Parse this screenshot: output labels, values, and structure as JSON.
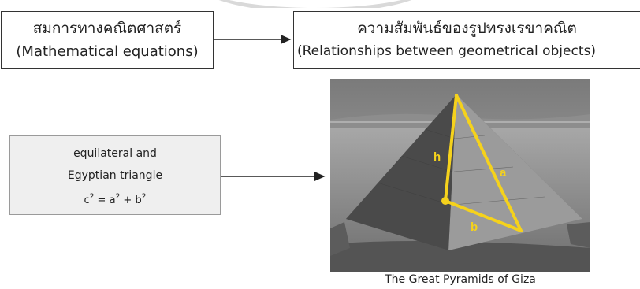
{
  "top_left_box": {
    "line1": "สมการทางคณิตศาสตร์",
    "line2": "(Mathematical equations)"
  },
  "top_right_box": {
    "line1": "ความสัมพันธ์ของรูปทรงเรขาคณิต",
    "line2": "(Relationships between geometrical objects)"
  },
  "formula_box": {
    "line1": "equilateral and",
    "line2": "Egyptian triangle",
    "c": "c",
    "eq": " = ",
    "a": "a",
    "plus": " + ",
    "b": "b",
    "exp": "2"
  },
  "photo": {
    "caption": "The Great Pyramids of Giza",
    "labels": {
      "h": "h",
      "a": "a",
      "b": "b"
    },
    "annotation_color": "#f5d21c"
  }
}
